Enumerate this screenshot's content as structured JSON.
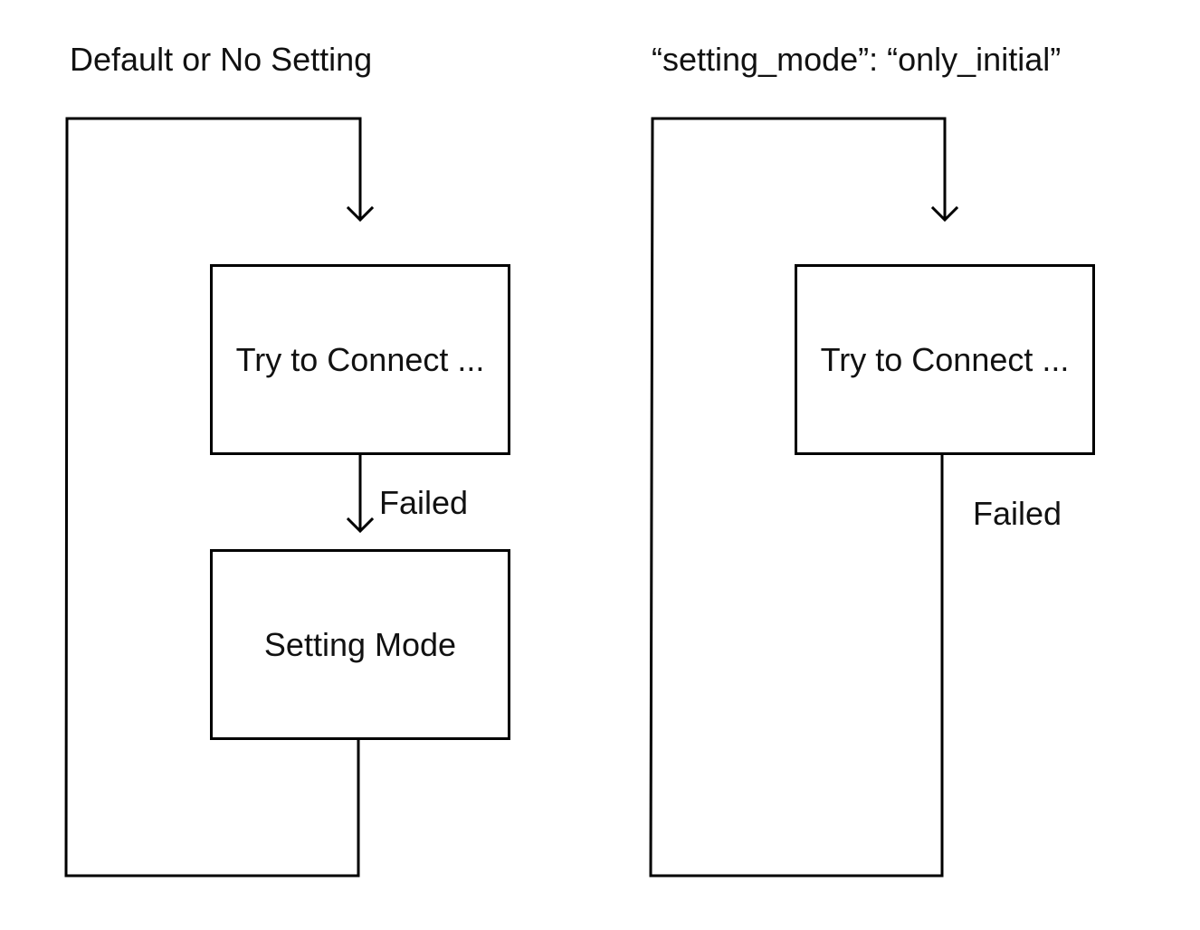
{
  "panels": [
    {
      "title": "Default or No Setting",
      "nodes": {
        "connect": "Try to Connect ...",
        "setting": "Setting Mode"
      },
      "edge_label": "Failed"
    },
    {
      "title": "“setting_mode”: “only_initial”",
      "nodes": {
        "connect": "Try to Connect ..."
      },
      "edge_label": "Failed"
    }
  ],
  "colors": {
    "line": "#000000",
    "text": "#111111",
    "background": "#ffffff"
  }
}
